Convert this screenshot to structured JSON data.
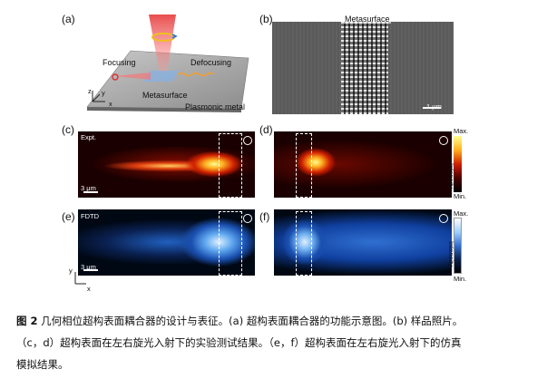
{
  "figure": {
    "panel_a": {
      "letter": "(a)",
      "focusing": "Focusing",
      "defocusing": "Defocusing",
      "metasurface": "Metasurface",
      "plasmonic_metal": "Plasmonic metal",
      "axis_z": "z",
      "axis_y": "y",
      "axis_x": "x"
    },
    "panel_b": {
      "letter": "(b)",
      "title": "Metasurface",
      "scalebar": "1 μm"
    },
    "panel_c": {
      "letter": "(c)",
      "tag": "Expt.",
      "scalebar": "3 μm"
    },
    "panel_d": {
      "letter": "(d)"
    },
    "panel_e": {
      "letter": "(e)",
      "tag": "FDTD",
      "scalebar": "3 μm",
      "axis_y": "y",
      "axis_x": "x"
    },
    "panel_f": {
      "letter": "(f)"
    },
    "colorbar_expt": {
      "max": "Max.",
      "min": "Min.",
      "label": "Intensity"
    },
    "colorbar_fdtd": {
      "max": "Max.",
      "min": "Min.",
      "label": "Intensity"
    }
  },
  "caption": {
    "fig_no": "图 2",
    "line1": " 几何相位超构表面耦合器的设计与表征。(a) 超构表面耦合器的功能示意图。(b) 样品照片。",
    "line2": "（c，d）超构表面在左右旋光入射下的实验测试结果。（e，f）超构表面在左右旋光入射下的仿真",
    "line3": "模拟结果。"
  },
  "colors": {
    "expt_bg": "#1a0000",
    "expt_hot": "#ffff80",
    "fdtd_bg": "#000814",
    "fdtd_hot": "#e0f0ff"
  }
}
